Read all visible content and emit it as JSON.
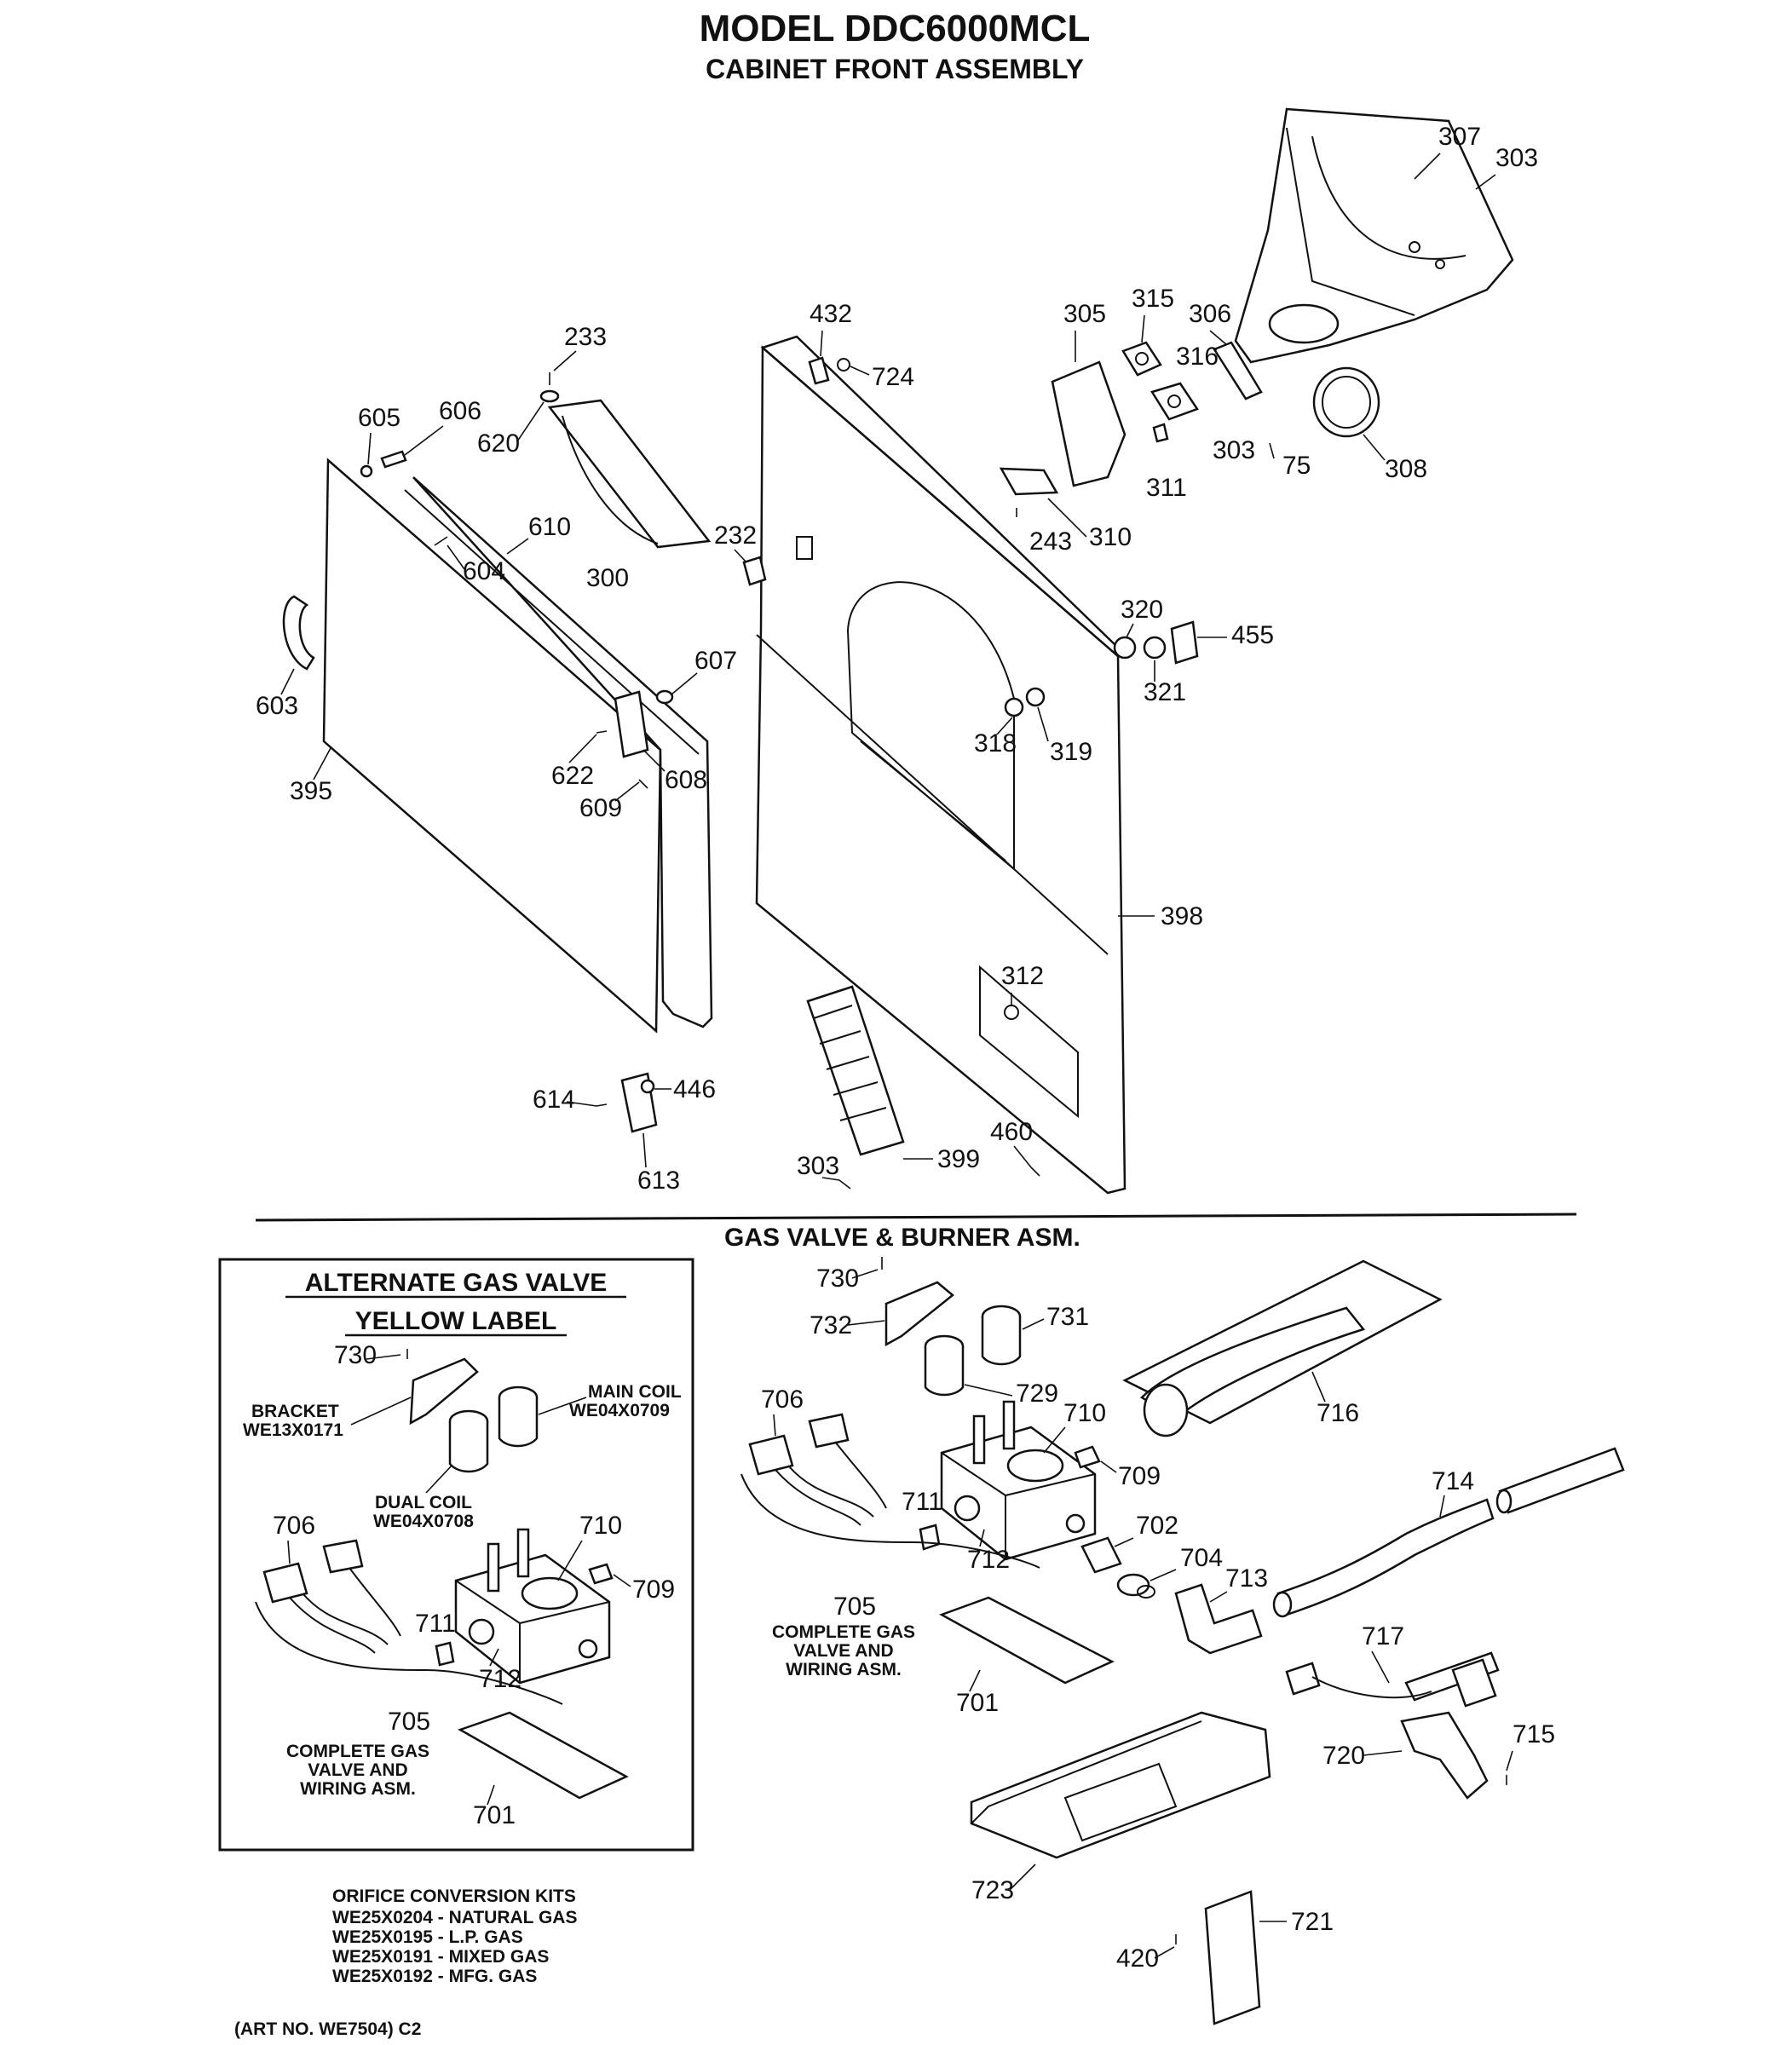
{
  "header": {
    "title": "MODEL DDC6000MCL",
    "subtitle": "CABINET FRONT ASSEMBLY"
  },
  "section_gas": {
    "title": "GAS VALVE & BURNER ASM."
  },
  "alt_box": {
    "title_line1": "ALTERNATE GAS VALVE",
    "title_line2": "YELLOW LABEL",
    "bracket_label": "BRACKET",
    "bracket_part": "WE13X0171",
    "main_coil_label": "MAIN COIL",
    "main_coil_part": "WE04X0709",
    "dual_coil_label": "DUAL COIL",
    "dual_coil_part": "WE04X0708",
    "complete_line1": "COMPLETE GAS",
    "complete_line2": "VALVE AND",
    "complete_line3": "WIRING ASM."
  },
  "gas_complete": {
    "line1": "COMPLETE GAS",
    "line2": "VALVE AND",
    "line3": "WIRING ASM."
  },
  "orifice": {
    "title": "ORIFICE CONVERSION KITS",
    "items": [
      "WE25X0204 - NATURAL GAS",
      "WE25X0195 - L.P. GAS",
      "WE25X0191 - MIXED GAS",
      "WE25X0192 - MFG. GAS"
    ]
  },
  "footer": {
    "art_no": "(ART NO. WE7504) C2"
  },
  "callouts": {
    "c307": "307",
    "c303a": "303",
    "c305": "305",
    "c315": "315",
    "c306": "306",
    "c316": "316",
    "c303b": "303",
    "c75": "75",
    "c308": "308",
    "c311": "311",
    "c432": "432",
    "c724": "724",
    "c233": "233",
    "c620": "620",
    "c605": "605",
    "c606": "606",
    "c610": "610",
    "c604": "604",
    "c300": "300",
    "c232": "232",
    "c243": "243",
    "c310": "310",
    "c320": "320",
    "c455": "455",
    "c321": "321",
    "c318": "318",
    "c319": "319",
    "c603": "603",
    "c607": "607",
    "c622": "622",
    "c608": "608",
    "c609": "609",
    "c395": "395",
    "c398": "398",
    "c312": "312",
    "c614": "614",
    "c446": "446",
    "c613": "613",
    "c303c": "303",
    "c399": "399",
    "c460": "460",
    "g730": "730",
    "g732": "732",
    "g731": "731",
    "g729": "729",
    "g706": "706",
    "g710": "710",
    "g716": "716",
    "g709": "709",
    "g711": "711",
    "g712": "712",
    "g702": "702",
    "g714": "714",
    "g704": "704",
    "g713": "713",
    "g705": "705",
    "g701": "701",
    "g717": "717",
    "g715": "715",
    "g720": "720",
    "g723": "723",
    "g721": "721",
    "g420": "420",
    "a730": "730",
    "a706": "706",
    "a710": "710",
    "a709": "709",
    "a711": "711",
    "a712": "712",
    "a705": "705",
    "a701": "701"
  }
}
